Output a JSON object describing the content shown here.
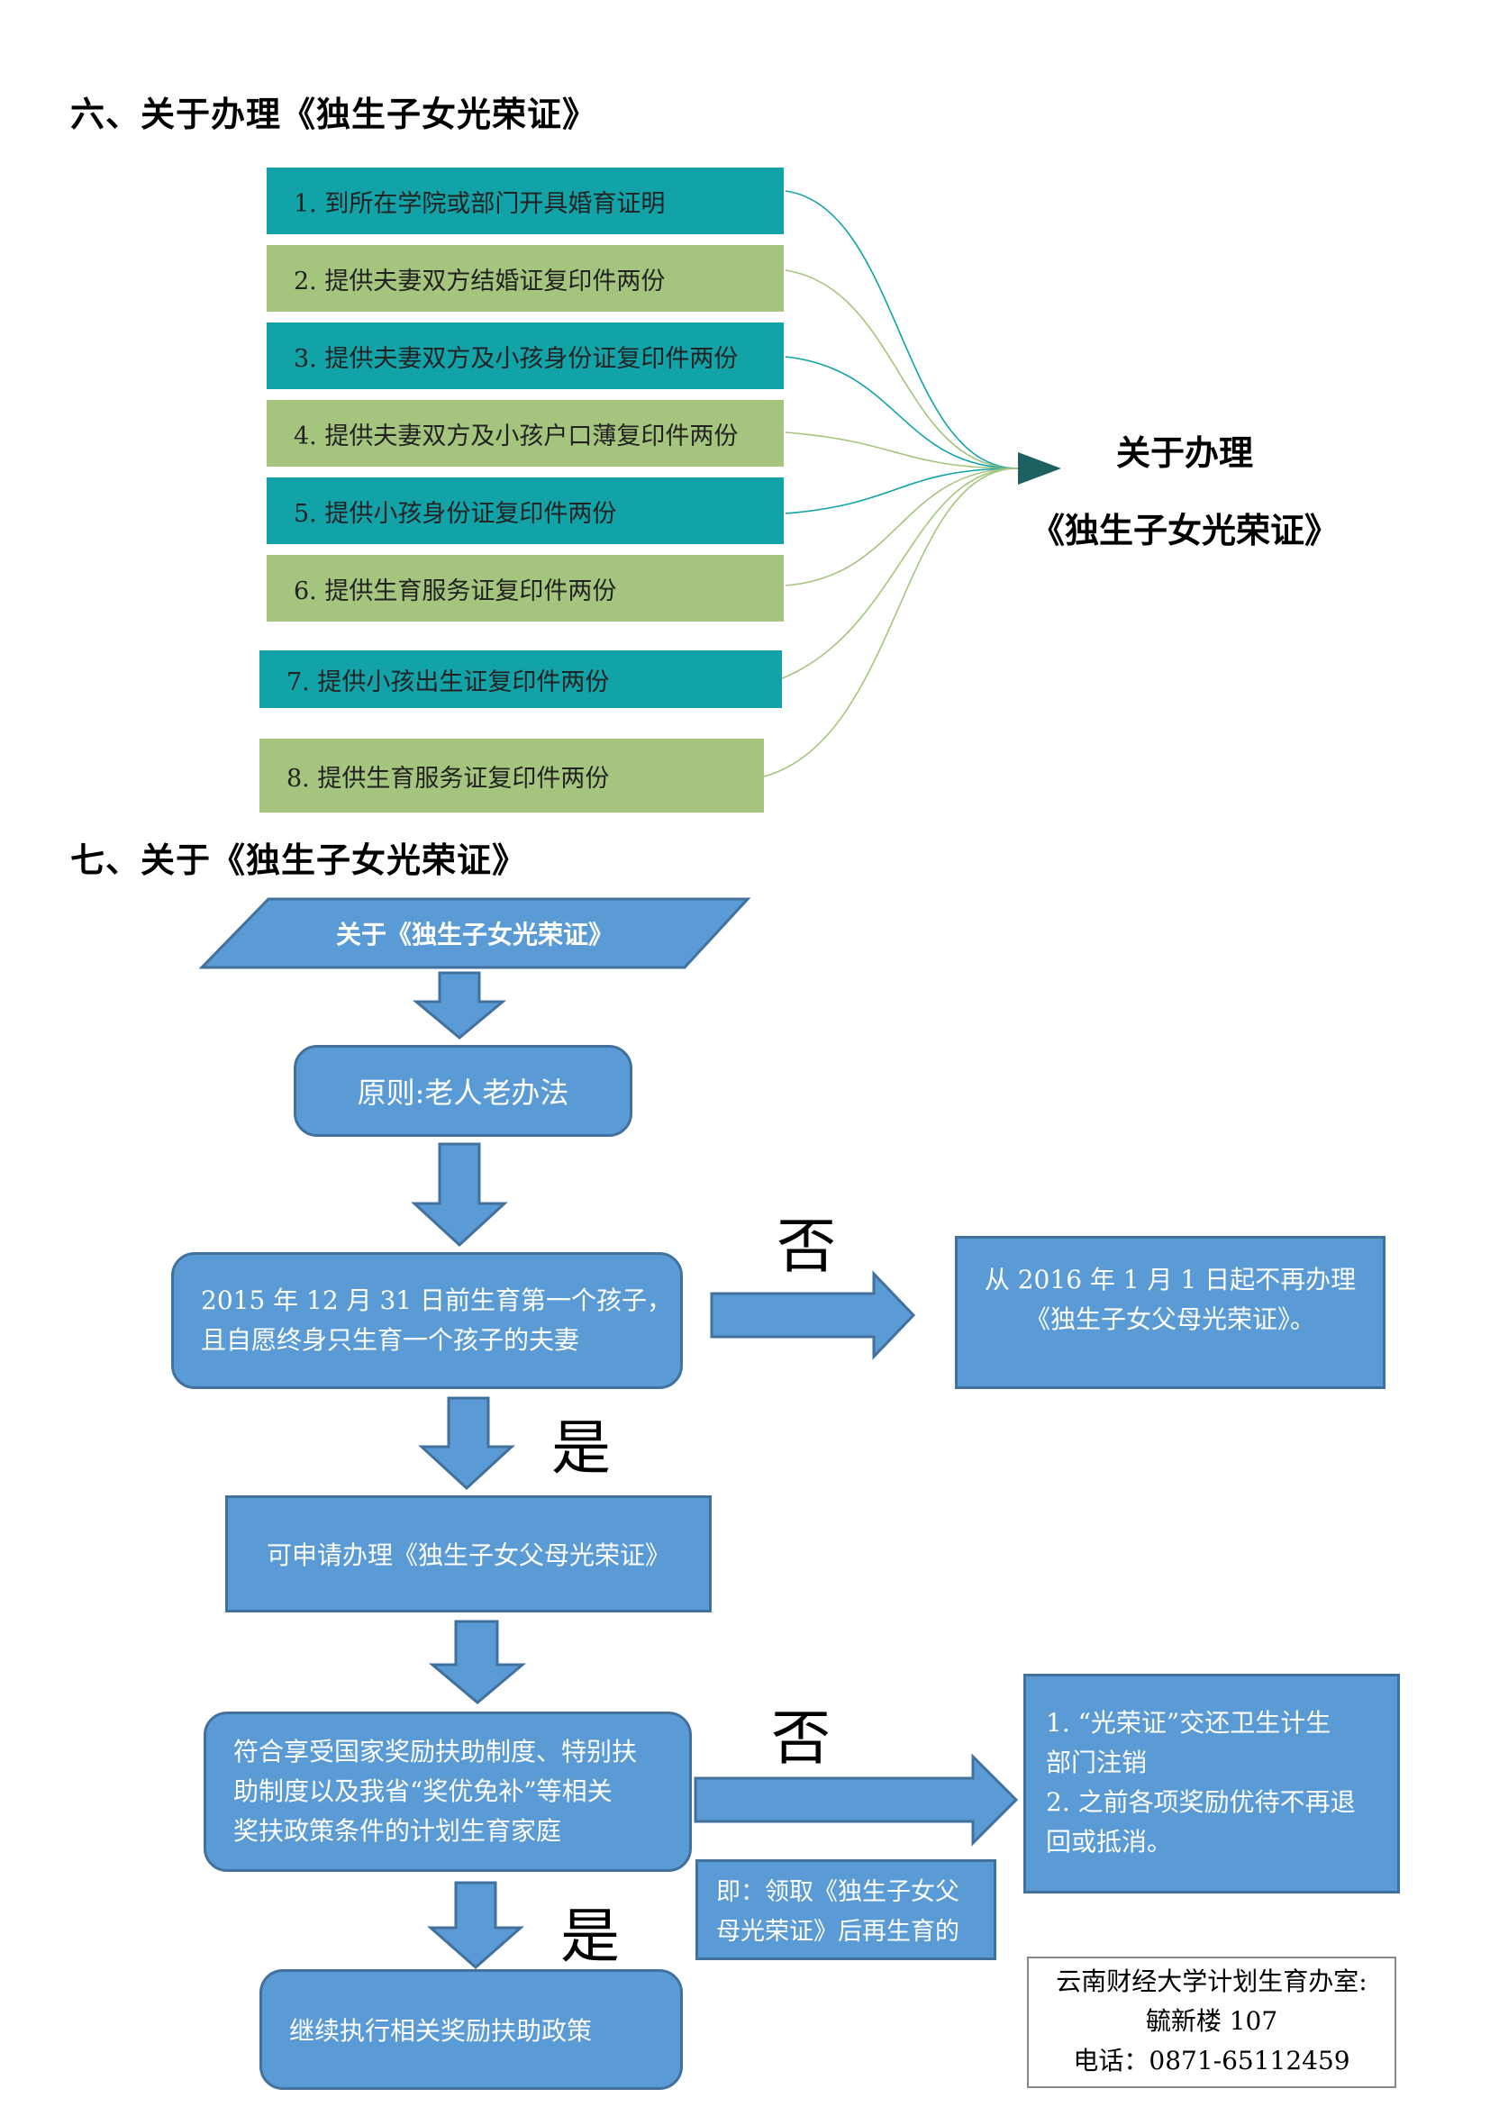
{
  "section6": {
    "heading": "六、关于办理《独生子女光荣证》",
    "steps": [
      "1. 到所在学院或部门开具婚育证明",
      "2. 提供夫妻双方结婚证复印件两份",
      "3. 提供夫妻双方及小孩身份证复印件两份",
      "4. 提供夫妻双方及小孩户口薄复印件两份",
      "5. 提供小孩身份证复印件两份",
      "6. 提供生育服务证复印件两份",
      "7. 提供小孩出生证复印件两份",
      "8. 提供生育服务证复印件两份"
    ],
    "target_line1": "关于办理",
    "target_line2": "《独生子女光荣证》",
    "colors": {
      "teal": "#11a3a8",
      "green": "#a5c57e",
      "arrow": "#1e5f61"
    }
  },
  "section7": {
    "heading": "七、关于《独生子女光荣证》",
    "start": "关于《独生子女光荣证》",
    "principle": "原则:老人老办法",
    "question1_line1": "2015 年 12 月 31 日前生育第一个孩子，",
    "question1_line2": "且自愿终身只生育一个孩子的夫妻",
    "no_label_1": "否",
    "no_result_1_line1": "从 2016 年 1 月 1 日起不再办理",
    "no_result_1_line2": "《独生子女父母光荣证》。",
    "yes_label_1": "是",
    "apply": "可申请办理《独生子女父母光荣证》",
    "question2_line1": "符合享受国家奖励扶助制度、特别扶",
    "question2_line2": "助制度以及我省“奖优免补”等相关",
    "question2_line3": "奖扶政策条件的计划生育家庭",
    "no_label_2": "否",
    "no_result_2_line1": "1.  “光荣证”交还卫生计生",
    "no_result_2_line2": "部门注销",
    "no_result_2_line3": "2.  之前各项奖励优待不再退",
    "no_result_2_line4": "回或抵消。",
    "note_line1": "即：领取《独生子女父",
    "note_line2": "母光荣证》后再生育的",
    "yes_label_2": "是",
    "continue": "继续执行相关奖励扶助政策",
    "colors": {
      "fill": "#5b9bd5",
      "border": "#41719c"
    }
  },
  "contact": {
    "line1": "云南财经大学计划生育办室:",
    "line2": "毓新楼 107",
    "line3": "电话：0871-65112459"
  }
}
